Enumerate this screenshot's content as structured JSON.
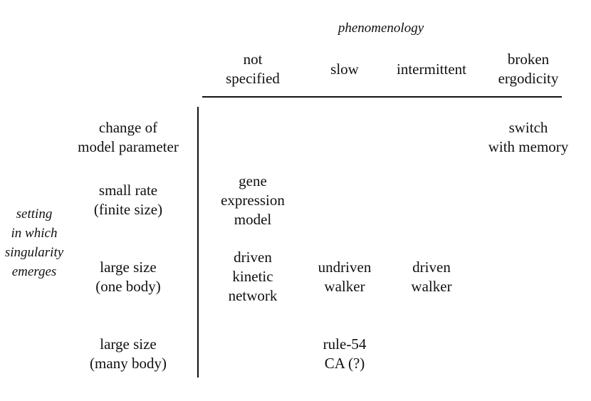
{
  "column_axis_title": "phenomenology",
  "row_axis_title": "setting\nin which\nsingularity\nemerges",
  "columns": [
    "not\nspecified",
    "slow",
    "intermittent",
    "broken\nergodicity"
  ],
  "rows": [
    "change of\nmodel parameter",
    "small rate\n(finite size)",
    "large size\n(one body)",
    "large size\n(many body)"
  ],
  "cells": {
    "change_of_model_parameter__broken_ergodicity": "switch\nwith memory",
    "small_rate__not_specified": "gene\nexpression\nmodel",
    "large_size_one_body__not_specified": "driven\nkinetic\nnetwork",
    "large_size_one_body__slow": "undriven\nwalker",
    "large_size_one_body__intermittent": "driven\nwalker",
    "large_size_many_body__slow": "rule-54\nCA (?)"
  }
}
